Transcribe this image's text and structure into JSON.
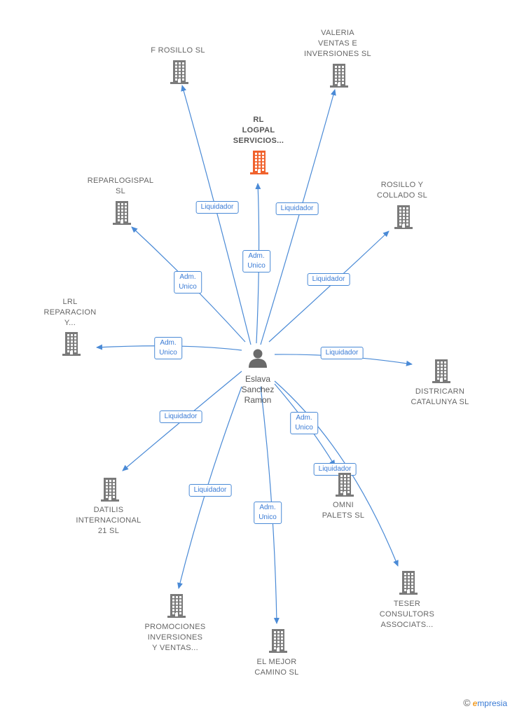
{
  "colors": {
    "edge": "#4a8ad6",
    "building": "#7a7a7a",
    "building_highlight": "#f0622d",
    "person": "#6a6a6a"
  },
  "person": {
    "label": "Eslava\nSanchez\nRamon",
    "icon": "person-icon"
  },
  "companies": [
    {
      "id": "f-rosillo",
      "label": "F ROSILLO SL",
      "icon": "building-icon",
      "highlight": false
    },
    {
      "id": "valeria",
      "label": "VALERIA\nVENTAS E\nINVERSIONES SL",
      "icon": "building-icon",
      "highlight": false
    },
    {
      "id": "rl-logpal",
      "label": "RL\nLOGPAL\nSERVICIOS...",
      "icon": "building-icon",
      "highlight": true
    },
    {
      "id": "reparlogispal",
      "label": "REPARLOGISPAL\nSL",
      "icon": "building-icon",
      "highlight": false
    },
    {
      "id": "rosillo-collado",
      "label": "ROSILLO Y\nCOLLADO  SL",
      "icon": "building-icon",
      "highlight": false
    },
    {
      "id": "lrl",
      "label": "LRL\nREPARACION\nY...",
      "icon": "building-icon",
      "highlight": false
    },
    {
      "id": "districarn",
      "label": "DISTRICARN\nCATALUNYA SL",
      "icon": "building-icon",
      "highlight": false
    },
    {
      "id": "datilis",
      "label": "DATILIS\nINTERNACIONAL\n21 SL",
      "icon": "building-icon",
      "highlight": false
    },
    {
      "id": "omni",
      "label": "OMNI\nPALETS  SL",
      "icon": "building-icon",
      "highlight": false
    },
    {
      "id": "teser",
      "label": "TESER\nCONSULTORS\nASSOCIATS...",
      "icon": "building-icon",
      "highlight": false
    },
    {
      "id": "promociones",
      "label": "PROMOCIONES\nINVERSIONES\nY VENTAS...",
      "icon": "building-icon",
      "highlight": false
    },
    {
      "id": "el-mejor",
      "label": "EL MEJOR\nCAMINO  SL",
      "icon": "building-icon",
      "highlight": false
    }
  ],
  "relations": [
    {
      "target": "f-rosillo",
      "label": "Liquidador"
    },
    {
      "target": "valeria",
      "label": "Liquidador"
    },
    {
      "target": "rl-logpal",
      "label": "Adm.\nUnico"
    },
    {
      "target": "reparlogispal",
      "label": "Adm.\nUnico"
    },
    {
      "target": "rosillo-collado",
      "label": "Liquidador"
    },
    {
      "target": "lrl",
      "label": "Adm.\nUnico"
    },
    {
      "target": "districarn",
      "label": "Liquidador"
    },
    {
      "target": "datilis",
      "label": "Liquidador"
    },
    {
      "target": "omni",
      "label": "Adm.\nUnico"
    },
    {
      "target": "teser",
      "label": "Liquidador"
    },
    {
      "target": "promociones",
      "label": "Liquidador"
    },
    {
      "target": "el-mejor",
      "label": "Adm.\nUnico"
    }
  ],
  "footer": {
    "copyright": "©",
    "brand_initial": "e",
    "brand_rest": "mpresia"
  }
}
